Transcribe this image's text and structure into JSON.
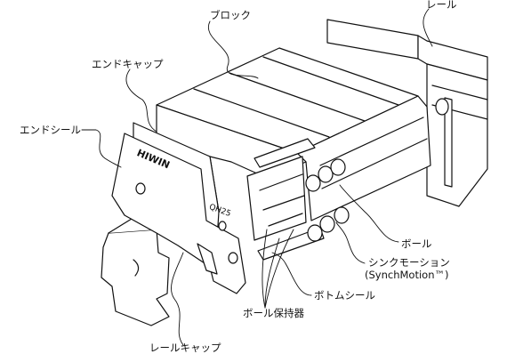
{
  "labels": {
    "rail": "レール",
    "block": "ブロック",
    "end_cap": "エンドキャップ",
    "end_seal": "エンドシール",
    "ball": "ボール",
    "synch_motion_jp": "シンクモーション",
    "synch_motion_en": "(SynchMotion™)",
    "bottom_seal": "ボトムシール",
    "ball_retainer": "ボール保持器",
    "rail_cap": "レールキャップ"
  },
  "markings": {
    "brand": "HIWIN",
    "model": "QH25"
  }
}
